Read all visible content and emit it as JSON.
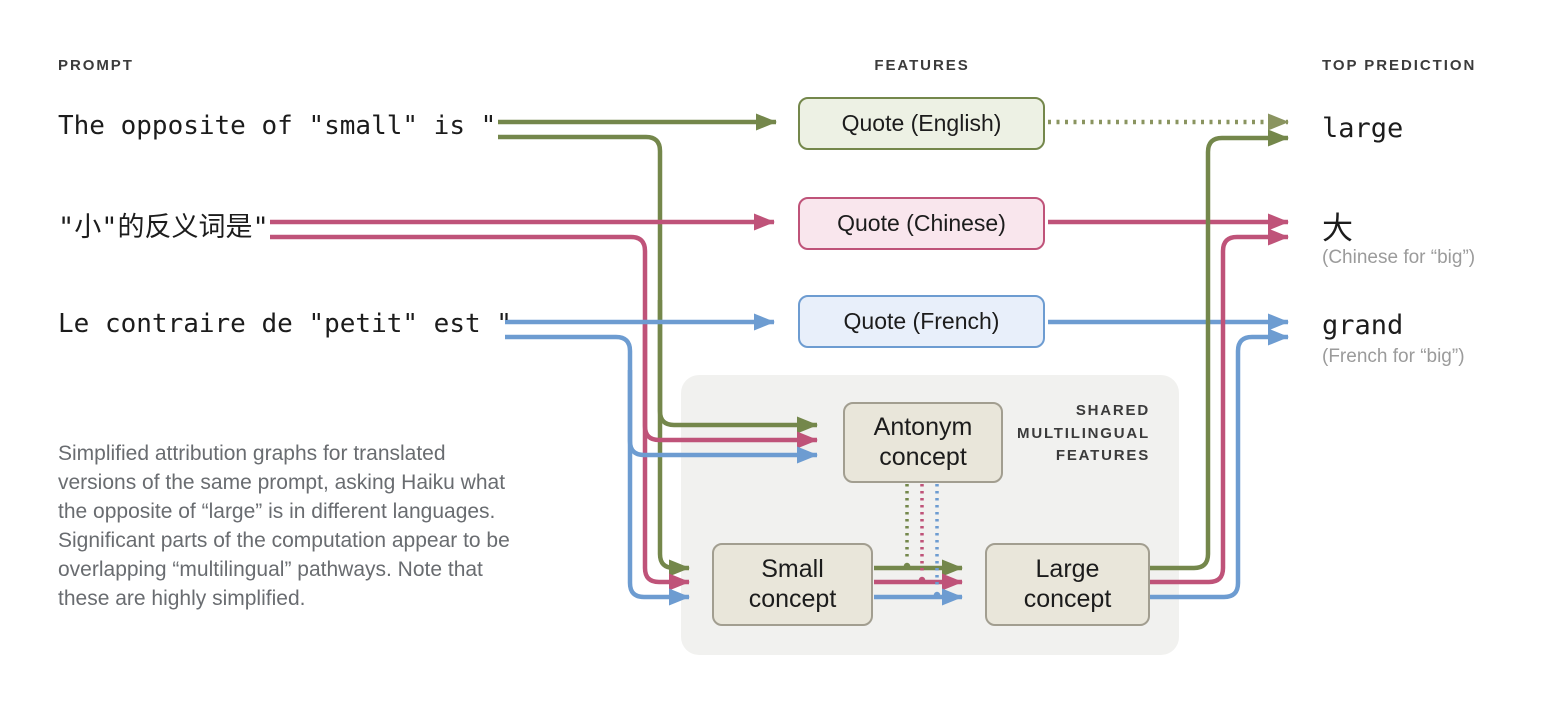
{
  "colors": {
    "green": "#74874b",
    "green_dotted": "#8a9460",
    "pink": "#bf5379",
    "blue": "#6d9cd1",
    "green_fill": "#edf1e4",
    "pink_fill": "#f9e6ed",
    "blue_fill": "#e8effa",
    "concept_fill": "#e9e6da",
    "concept_border": "#a29e90",
    "panel_bg": "#f1f1ef",
    "ink": "#1c1c1c",
    "muted": "#9b9b9b",
    "paragraph": "#696c70",
    "header": "#3b3b3b"
  },
  "headers": {
    "prompt": "PROMPT",
    "features": "FEATURES",
    "top_prediction": "TOP PREDICTION"
  },
  "prompts": {
    "english": "The opposite of \"small\" is \"",
    "chinese": "\"小\"的反义词是\"",
    "french": "Le contraire de \"petit\" est \""
  },
  "features": {
    "english": "Quote (English)",
    "chinese": "Quote (Chinese)",
    "french": "Quote (French)"
  },
  "concepts": {
    "antonym": "Antonym concept",
    "small": "Small concept",
    "large": "Large concept"
  },
  "shared_features_label": "SHARED MULTILINGUAL FEATURES",
  "predictions": {
    "english": {
      "word": "large"
    },
    "chinese": {
      "word": "大",
      "caption": "(Chinese for “big”)"
    },
    "french": {
      "word": "grand",
      "caption": "(French for “big”)"
    }
  },
  "caption": "Simplified attribution graphs for translated versions of the same prompt, asking Haiku what the opposite of “large” is in different languages. Significant parts of the computation appear to be overlapping “multilingual” pathways. Note that these are highly simplified."
}
